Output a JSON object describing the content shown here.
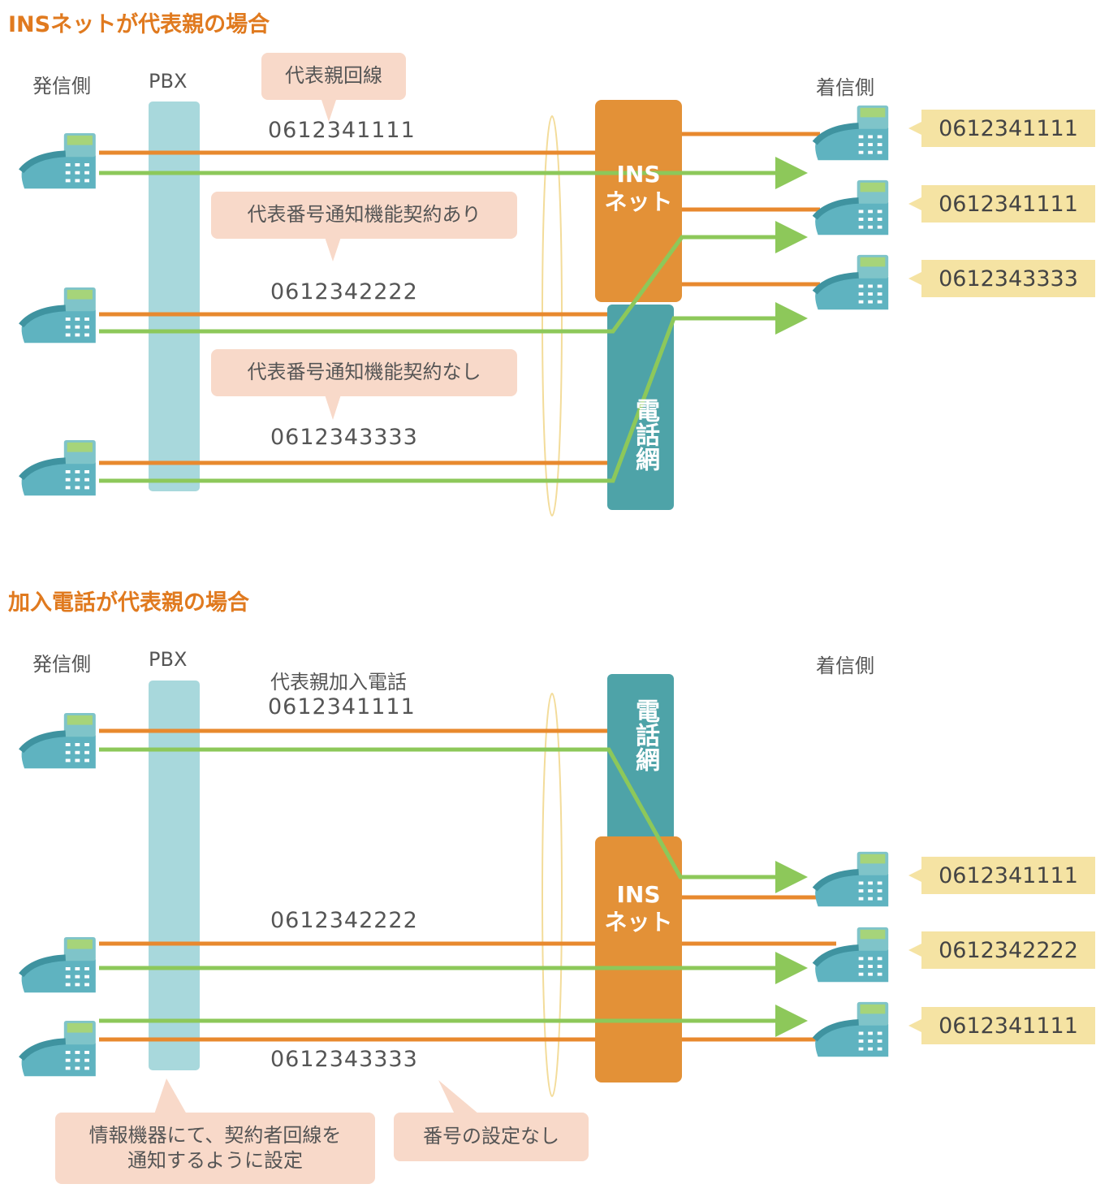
{
  "colors": {
    "orange": "#e8892e",
    "green": "#8dc85a",
    "pbx": "#a8d8dc",
    "ins": "#e39137",
    "phone_net": "#4ea3a8",
    "callout": "#f8d9c9",
    "number_tag": "#f5e3a3"
  },
  "d1": {
    "title": "INSネットが代表親の場合",
    "caller": "発信側",
    "pbx": "PBX",
    "receiver": "着信側",
    "callout_main": "代表親回線",
    "callout_with": "代表番号通知機能契約あり",
    "callout_without": "代表番号通知機能契約なし",
    "lines": [
      "0612341111",
      "0612342222",
      "0612343333"
    ],
    "ins": "INS",
    "ins2": "ネット",
    "phone_net": "電話網",
    "received": [
      "0612341111",
      "0612341111",
      "0612343333"
    ]
  },
  "d2": {
    "title": "加入電話が代表親の場合",
    "caller": "発信側",
    "pbx": "PBX",
    "receiver": "着信側",
    "line_label": "代表親加入電話",
    "lines": [
      "0612341111",
      "0612342222",
      "0612343333"
    ],
    "ins": "INS",
    "ins2": "ネット",
    "phone_net": "電話網",
    "received": [
      "0612341111",
      "0612342222",
      "0612341111"
    ],
    "note_pbx": "情報機器にて、契約者回線を\n通知するように設定",
    "note_none": "番号の設定なし"
  }
}
